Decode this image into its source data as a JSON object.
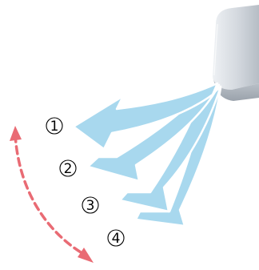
{
  "diagram": {
    "unit_icon": "air-conditioner-unit",
    "swing_icon": "double-headed-dashed-arrow",
    "positions": [
      {
        "label": "1"
      },
      {
        "label": "2"
      },
      {
        "label": "3"
      },
      {
        "label": "4"
      }
    ],
    "colors": {
      "airflow": "#a8d8ee",
      "airflow_outline": "#ffffff",
      "swing_arrow": "#e96b74",
      "unit_body": "#d9dde2",
      "unit_shadow": "#9aa2ab"
    }
  }
}
